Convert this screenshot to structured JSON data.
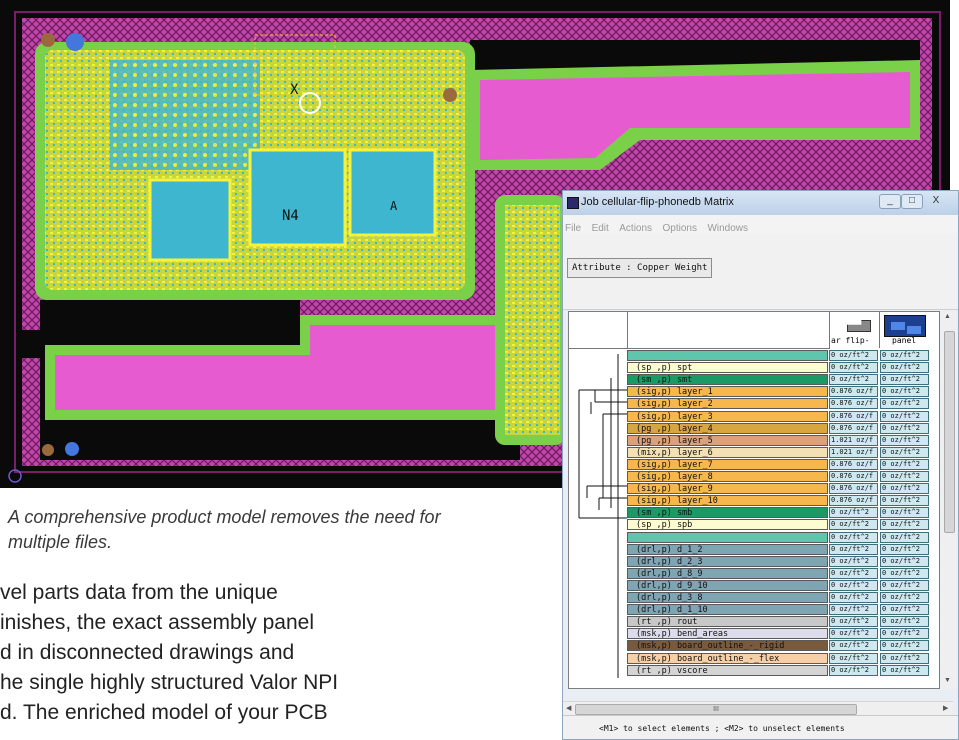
{
  "pcb": {
    "labels": [
      "N4",
      "X",
      "A"
    ],
    "colors": {
      "background": "#0a0a0a",
      "board_outline": "#7bd04a",
      "flex": "#e24fc8",
      "copper": "#f0f23c",
      "pads": "#3fb6cf"
    }
  },
  "caption": {
    "line1": "A comprehensive product model removes the need for",
    "line2": "multiple files."
  },
  "body_text": {
    "line1": "vel parts data from the unique",
    "line2": "inishes, the exact assembly panel",
    "line3": "d in disconnected drawings and",
    "line4": "he single highly structured Valor NPI",
    "line5": "d. The enriched model of your PCB"
  },
  "window": {
    "title": "Job cellular-flip-phonedb Matrix",
    "buttons": {
      "minimize": "_",
      "maximize": "□",
      "close": "X"
    },
    "menu": [
      "File",
      "Edit",
      "Actions",
      "Options",
      "Windows"
    ],
    "attribute_button": "Attribute : Copper Weight",
    "columns": [
      {
        "label": "ar flip-",
        "icon": "flip-board-icon"
      },
      {
        "label": "panel",
        "icon": "panel-icon"
      }
    ],
    "rows": [
      {
        "name": "",
        "color": "#5fc6ac",
        "v1": "0 oz/ft^2",
        "v2": "0 oz/ft^2"
      },
      {
        "name": "(sp ,p) spt",
        "color": "#fdfbd0",
        "v1": "0 oz/ft^2",
        "v2": "0 oz/ft^2"
      },
      {
        "name": "(sm ,p) smt",
        "color": "#1b9a65",
        "v1": "0 oz/ft^2",
        "v2": "0 oz/ft^2"
      },
      {
        "name": "(sig,p) layer_1",
        "color": "#f6b84c",
        "v1": "0.876 oz/f",
        "v2": "0 oz/ft^2"
      },
      {
        "name": "(sig,p) layer_2",
        "color": "#f6b84c",
        "v1": "0.876 oz/f",
        "v2": "0 oz/ft^2"
      },
      {
        "name": "(sig,p) layer_3",
        "color": "#f6b84c",
        "v1": "0.876 oz/f",
        "v2": "0 oz/ft^2"
      },
      {
        "name": "(pg ,p) layer_4",
        "color": "#d8a640",
        "v1": "0.876 oz/f",
        "v2": "0 oz/ft^2"
      },
      {
        "name": "(pg ,p) layer_5",
        "color": "#dca07a",
        "v1": "1.021 oz/f",
        "v2": "0 oz/ft^2"
      },
      {
        "name": "(mix,p) layer_6",
        "color": "#f3e0b4",
        "v1": "1.021 oz/f",
        "v2": "0 oz/ft^2"
      },
      {
        "name": "(sig,p) layer_7",
        "color": "#f6b84c",
        "v1": "0.876 oz/f",
        "v2": "0 oz/ft^2"
      },
      {
        "name": "(sig,p) layer_8",
        "color": "#f6b84c",
        "v1": "0.876 oz/f",
        "v2": "0 oz/ft^2"
      },
      {
        "name": "(sig,p) layer_9",
        "color": "#f6b84c",
        "v1": "0.876 oz/f",
        "v2": "0 oz/ft^2"
      },
      {
        "name": "(sig,p) layer_10",
        "color": "#f6b84c",
        "v1": "0.876 oz/f",
        "v2": "0 oz/ft^2"
      },
      {
        "name": "(sm ,p) smb",
        "color": "#1b9a65",
        "v1": "0 oz/ft^2",
        "v2": "0 oz/ft^2"
      },
      {
        "name": "(sp ,p) spb",
        "color": "#fdfbd0",
        "v1": "0 oz/ft^2",
        "v2": "0 oz/ft^2"
      },
      {
        "name": "",
        "color": "#5fc6ac",
        "v1": "0 oz/ft^2",
        "v2": "0 oz/ft^2"
      },
      {
        "name": "(drl,p) d_1_2",
        "color": "#7fa4b2",
        "v1": "0 oz/ft^2",
        "v2": "0 oz/ft^2"
      },
      {
        "name": "(drl,p) d_2_3",
        "color": "#7fa4b2",
        "v1": "0 oz/ft^2",
        "v2": "0 oz/ft^2"
      },
      {
        "name": "(drl,p) d_8_9",
        "color": "#7fa4b2",
        "v1": "0 oz/ft^2",
        "v2": "0 oz/ft^2"
      },
      {
        "name": "(drl,p) d_9_10",
        "color": "#7fa4b2",
        "v1": "0 oz/ft^2",
        "v2": "0 oz/ft^2"
      },
      {
        "name": "(drl,p) d_3_8",
        "color": "#7fa4b2",
        "v1": "0 oz/ft^2",
        "v2": "0 oz/ft^2"
      },
      {
        "name": "(drl,p) d_1_10",
        "color": "#7fa4b2",
        "v1": "0 oz/ft^2",
        "v2": "0 oz/ft^2"
      },
      {
        "name": "(rt ,p) rout",
        "color": "#c8c8c8",
        "v1": "0 oz/ft^2",
        "v2": "0 oz/ft^2"
      },
      {
        "name": "(msk,p) bend_areas",
        "color": "#dcdcec",
        "v1": "0 oz/ft^2",
        "v2": "0 oz/ft^2"
      },
      {
        "name": "(msk,p) board_outline_-_rigid",
        "color": "#7a5a3c",
        "v1": "0 oz/ft^2",
        "v2": "0 oz/ft^2"
      },
      {
        "name": "(msk,p) board_outline_-_flex",
        "color": "#f8d0a8",
        "v1": "0 oz/ft^2",
        "v2": "0 oz/ft^2"
      },
      {
        "name": "(rt ,p) vscore",
        "color": "#d4d4d4",
        "v1": "0 oz/ft^2",
        "v2": "0 oz/ft^2"
      }
    ],
    "hscroll_label": "III",
    "status": "<M1> to select elements ; <M2> to unselect elements"
  }
}
